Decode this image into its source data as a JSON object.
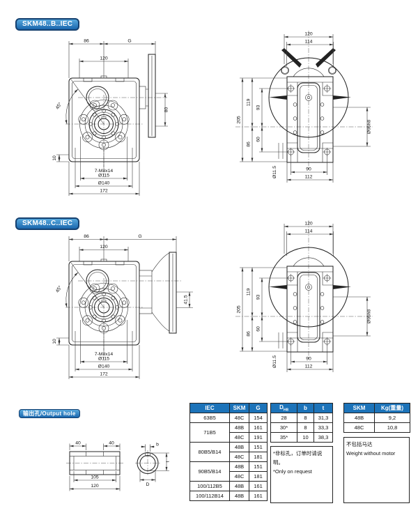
{
  "badges": {
    "skm_b": "SKM48..B..IEC",
    "skm_c": "SKM48..C..IEC",
    "output_hole": "输出孔/Output hole"
  },
  "drawings": {
    "b_left": {
      "w86": "86",
      "g": "G",
      "w120": "120",
      "angle": "45°",
      "h80": "80",
      "h10": "10",
      "bolts": "7-M8x14",
      "d115": "Ø115",
      "d140": "Ø140",
      "w172": "172"
    },
    "b_right": {
      "w120": "120",
      "w114": "114",
      "h205": "205",
      "h119": "119",
      "h93": "93",
      "h86": "86",
      "h60": "60",
      "d95": "Ø95h8",
      "d11_5": "Ø11.5",
      "w90": "90",
      "w112": "112"
    },
    "c_left": {
      "w86": "86",
      "g": "G",
      "w120": "120",
      "angle": "45°",
      "h41": "41.5",
      "h10": "10",
      "bolts": "7-M8x14",
      "d115": "Ø115",
      "d140": "Ø140",
      "w172": "172"
    },
    "c_right": {
      "w120": "120",
      "w114": "114",
      "h205": "205",
      "h119": "119",
      "h93": "93",
      "h86": "86",
      "h60": "60",
      "d95": "Ø95h8",
      "d11_5": "Ø11.5",
      "w90": "90",
      "w112": "112"
    },
    "output_hole": {
      "l40a": "40",
      "l40b": "40",
      "l105": "105",
      "l120": "120",
      "b": "b",
      "t": "t",
      "d": "D"
    }
  },
  "tables": {
    "iec_table": {
      "headers": {
        "iec": "IEC",
        "skm": "SKM",
        "g": "G"
      },
      "groups": [
        {
          "iec": "63B5",
          "rows": [
            {
              "skm": "48C",
              "g": "154"
            }
          ]
        },
        {
          "iec": "71B5",
          "rows": [
            {
              "skm": "48B",
              "g": "161"
            },
            {
              "skm": "48C",
              "g": "191"
            }
          ]
        },
        {
          "iec": "80B5/B14",
          "rows": [
            {
              "skm": "48B",
              "g": "151"
            },
            {
              "skm": "48C",
              "g": "181"
            }
          ]
        },
        {
          "iec": "90B5/B14",
          "rows": [
            {
              "skm": "48B",
              "g": "151"
            },
            {
              "skm": "48C",
              "g": "181"
            }
          ]
        },
        {
          "iec": "100/112B5",
          "rows": [
            {
              "skm": "48B",
              "g": "161"
            }
          ]
        },
        {
          "iec": "100/112B14",
          "rows": [
            {
              "skm": "48B",
              "g": "161"
            }
          ]
        }
      ]
    },
    "bore_table": {
      "header_d": "D",
      "header_d_sub": "H8",
      "header_b": "b",
      "header_t": "t",
      "rows": [
        [
          "28",
          "8",
          "31,3"
        ],
        [
          "30*",
          "8",
          "33,3"
        ],
        [
          "35*",
          "10",
          "38,3"
        ]
      ],
      "note_cn": "*非标孔，订单时请说明。",
      "note_en": "*Only on request"
    },
    "weight_table": {
      "header_skm": "SKM",
      "header_kg": "Kg(重量)",
      "rows": [
        [
          "48B",
          "9,2"
        ],
        [
          "48C",
          "10,8"
        ]
      ],
      "note_cn": "不包括马达",
      "note_en": "Weight without motor"
    }
  }
}
